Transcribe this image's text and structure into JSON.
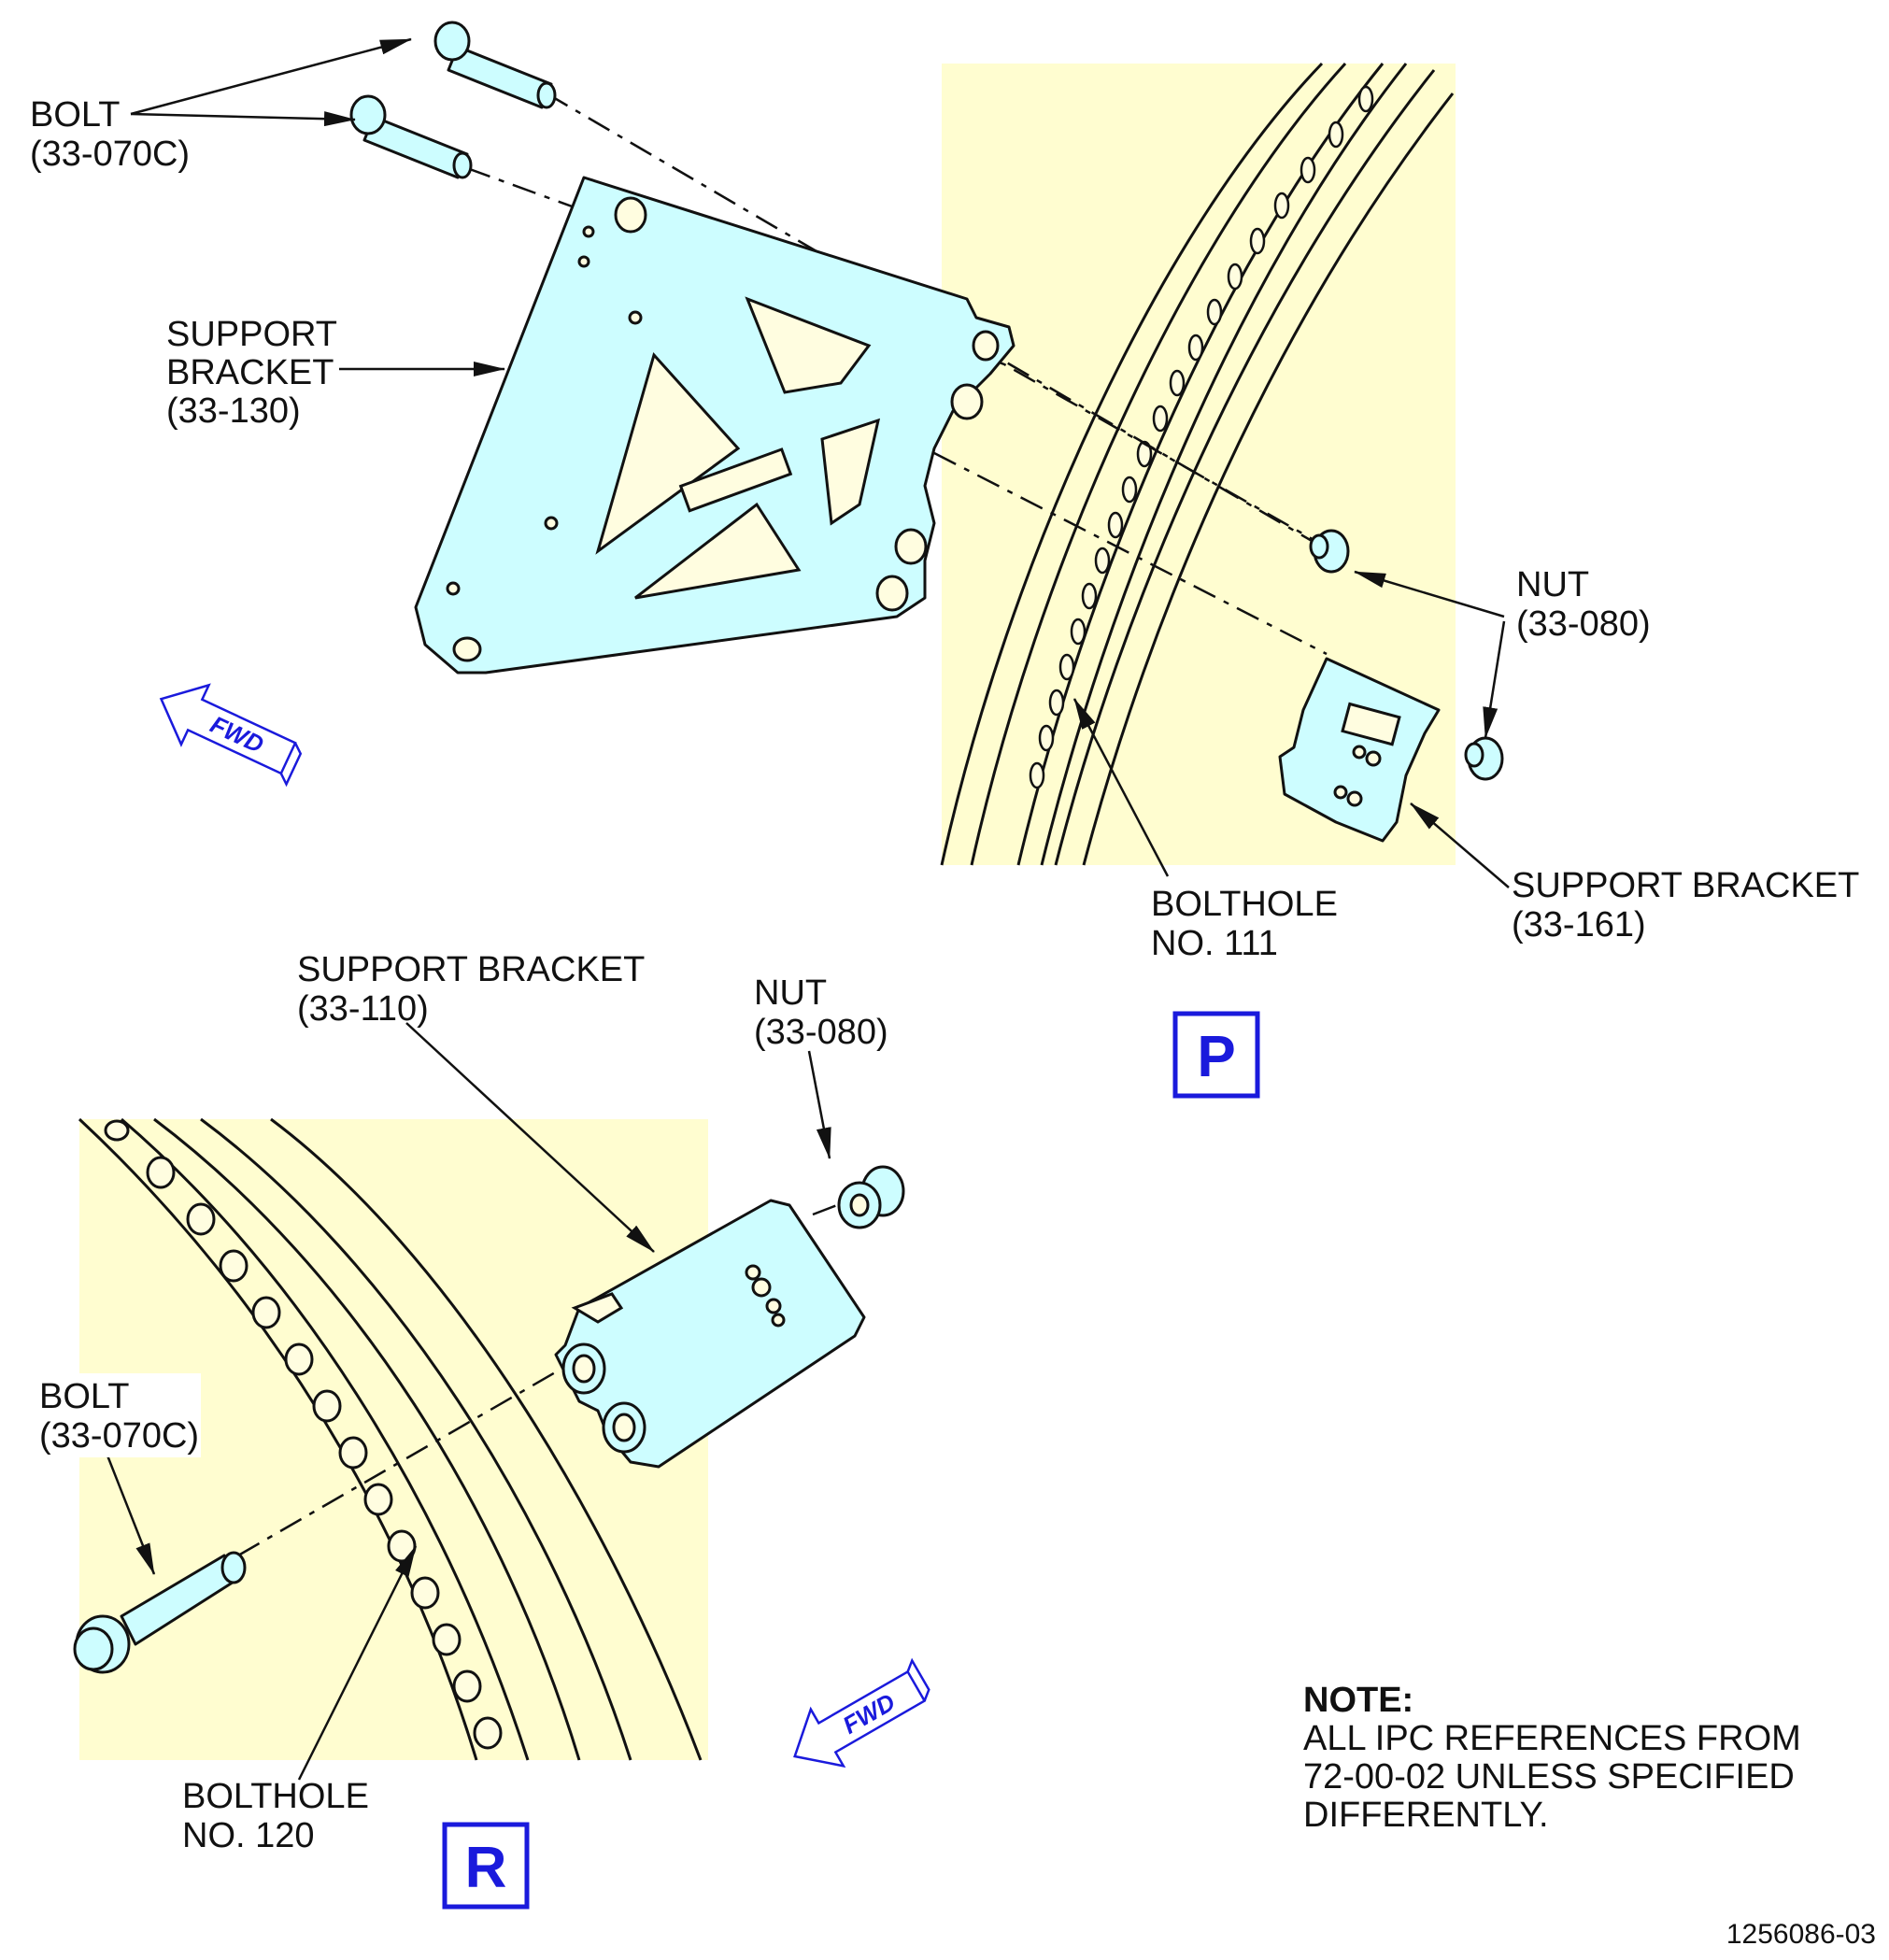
{
  "callouts": {
    "bolt_top": {
      "line1": "BOLT",
      "line2": "(33-070C)"
    },
    "support_bracket_130": {
      "line1": "SUPPORT",
      "line2": "BRACKET",
      "line3": "(33-130)"
    },
    "nut_p": {
      "line1": "NUT",
      "line2": "(33-080)"
    },
    "support_bracket_161": {
      "line1": "SUPPORT BRACKET",
      "line2": "(33-161)"
    },
    "bolthole_111": {
      "line1": "BOLTHOLE",
      "line2": "NO. 111"
    },
    "support_bracket_110": {
      "line1": "SUPPORT BRACKET",
      "line2": "(33-110)"
    },
    "nut_r": {
      "line1": "NUT",
      "line2": "(33-080)"
    },
    "bolt_bottom": {
      "line1": "BOLT",
      "line2": "(33-070C)"
    },
    "bolthole_120": {
      "line1": "BOLTHOLE",
      "line2": "NO. 120"
    }
  },
  "views": {
    "p": "P",
    "r": "R"
  },
  "fwd": {
    "label": "FWD"
  },
  "note": {
    "heading": "NOTE:",
    "line1": "ALL IPC REFERENCES FROM",
    "line2": "72-00-02 UNLESS SPECIFIED",
    "line3": "DIFFERENTLY."
  },
  "doc_number": "1256086-03",
  "colors": {
    "part_fill": "#cdfdff",
    "background_panel": "#fffdd0",
    "view_label": "#1a1adc"
  }
}
